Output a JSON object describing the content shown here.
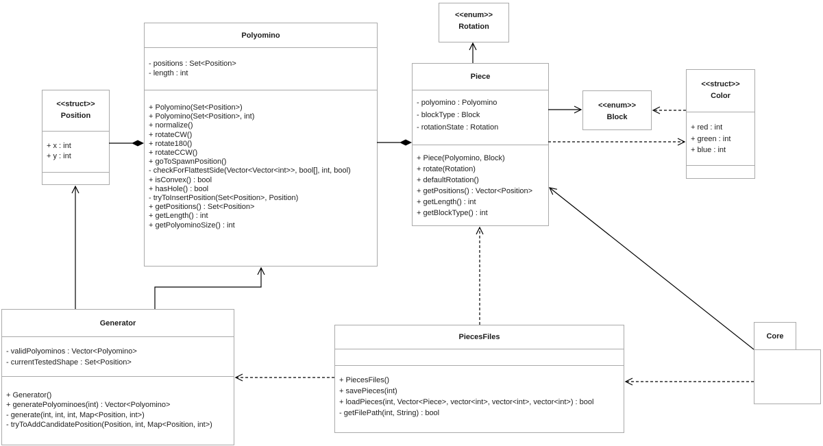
{
  "diagram": {
    "kind": "uml-class-diagram"
  },
  "classes": {
    "polyomino": {
      "name": "Polyomino",
      "attributes": [
        "- positions : Set<Position>",
        "- length : int"
      ],
      "methods": [
        "+ Polyomino(Set<Position>)",
        "+ Polyomino(Set<Position>, int)",
        "+ normalize()",
        "+ rotateCW()",
        "+ rotate180()",
        "+ rotateCCW()",
        "+ goToSpawnPosition()",
        "- checkForFlattestSide(Vector<Vector<int>>, bool[], int, bool)",
        "+ isConvex() : bool",
        "+ hasHole() : bool",
        "- tryToInsertPosition(Set<Position>, Position)",
        "+ getPositions() : Set<Position>",
        "+ getLength() : int",
        "+ getPolyominoSize() : int"
      ]
    },
    "position": {
      "stereotype": "<<struct>>",
      "name": "Position",
      "attributes": [
        "+ x : int",
        "+ y : int"
      ]
    },
    "rotation": {
      "stereotype": "<<enum>>",
      "name": "Rotation"
    },
    "piece": {
      "name": "Piece",
      "attributes": [
        "- polyomino : Polyomino",
        "- blockType : Block",
        "- rotationState : Rotation"
      ],
      "methods": [
        "+ Piece(Polyomino, Block)",
        "+ rotate(Rotation)",
        "+ defaultRotation()",
        "+ getPositions() : Vector<Position>",
        "+ getLength() : int",
        "+ getBlockType() : int"
      ]
    },
    "block": {
      "stereotype": "<<enum>>",
      "name": "Block"
    },
    "color": {
      "stereotype": "<<struct>>",
      "name": "Color",
      "attributes": [
        "+ red : int",
        "+ green : int",
        "+ blue : int"
      ]
    },
    "generator": {
      "name": "Generator",
      "attributes": [
        "- validPolyominos : Vector<Polyomino>",
        "- currentTestedShape : Set<Position>"
      ],
      "methods": [
        "+ Generator()",
        "+ generatePolyominoes(int) : Vector<Polyomino>",
        "- generate(int, int, int, Map<Position, int>)",
        "- tryToAddCandidatePosition(Position, int, Map<Position, int>)"
      ]
    },
    "piecesfiles": {
      "name": "PiecesFiles",
      "attributes": [],
      "methods": [
        "+ PiecesFiles()",
        "+ savePieces(int)",
        "+ loadPieces(int, Vector<Piece>, vector<int>, vector<int>, vector<int>) : bool",
        "- getFilePath(int, String) : bool"
      ]
    },
    "core": {
      "name": "Core",
      "shape": "package"
    }
  },
  "relationships": [
    {
      "type": "composition",
      "whole": "Polyomino",
      "part": "Position"
    },
    {
      "type": "composition",
      "whole": "Piece",
      "part": "Polyomino"
    },
    {
      "type": "association-arrow",
      "from": "Piece",
      "to": "Rotation"
    },
    {
      "type": "association-arrow",
      "from": "Piece",
      "to": "Block"
    },
    {
      "type": "dependency-dashed",
      "from": "Color",
      "to": "Block"
    },
    {
      "type": "dependency-dashed",
      "from": "Piece",
      "to": "Color"
    },
    {
      "type": "association-arrow",
      "from": "Generator",
      "to": "Position"
    },
    {
      "type": "association-arrow",
      "from": "Generator",
      "to": "Polyomino"
    },
    {
      "type": "dependency-dashed",
      "from": "PiecesFiles",
      "to": "Piece"
    },
    {
      "type": "association-arrow",
      "from": "Core",
      "to": "Piece"
    },
    {
      "type": "dependency-dashed",
      "from": "Core",
      "to": "PiecesFiles"
    },
    {
      "type": "dependency-dashed",
      "from": "PiecesFiles",
      "to": "Generator"
    }
  ],
  "colors": {
    "background": "#ffffff",
    "box_border": "#a9a9a9",
    "text": "#1c1c1c",
    "connector": "#000000"
  }
}
